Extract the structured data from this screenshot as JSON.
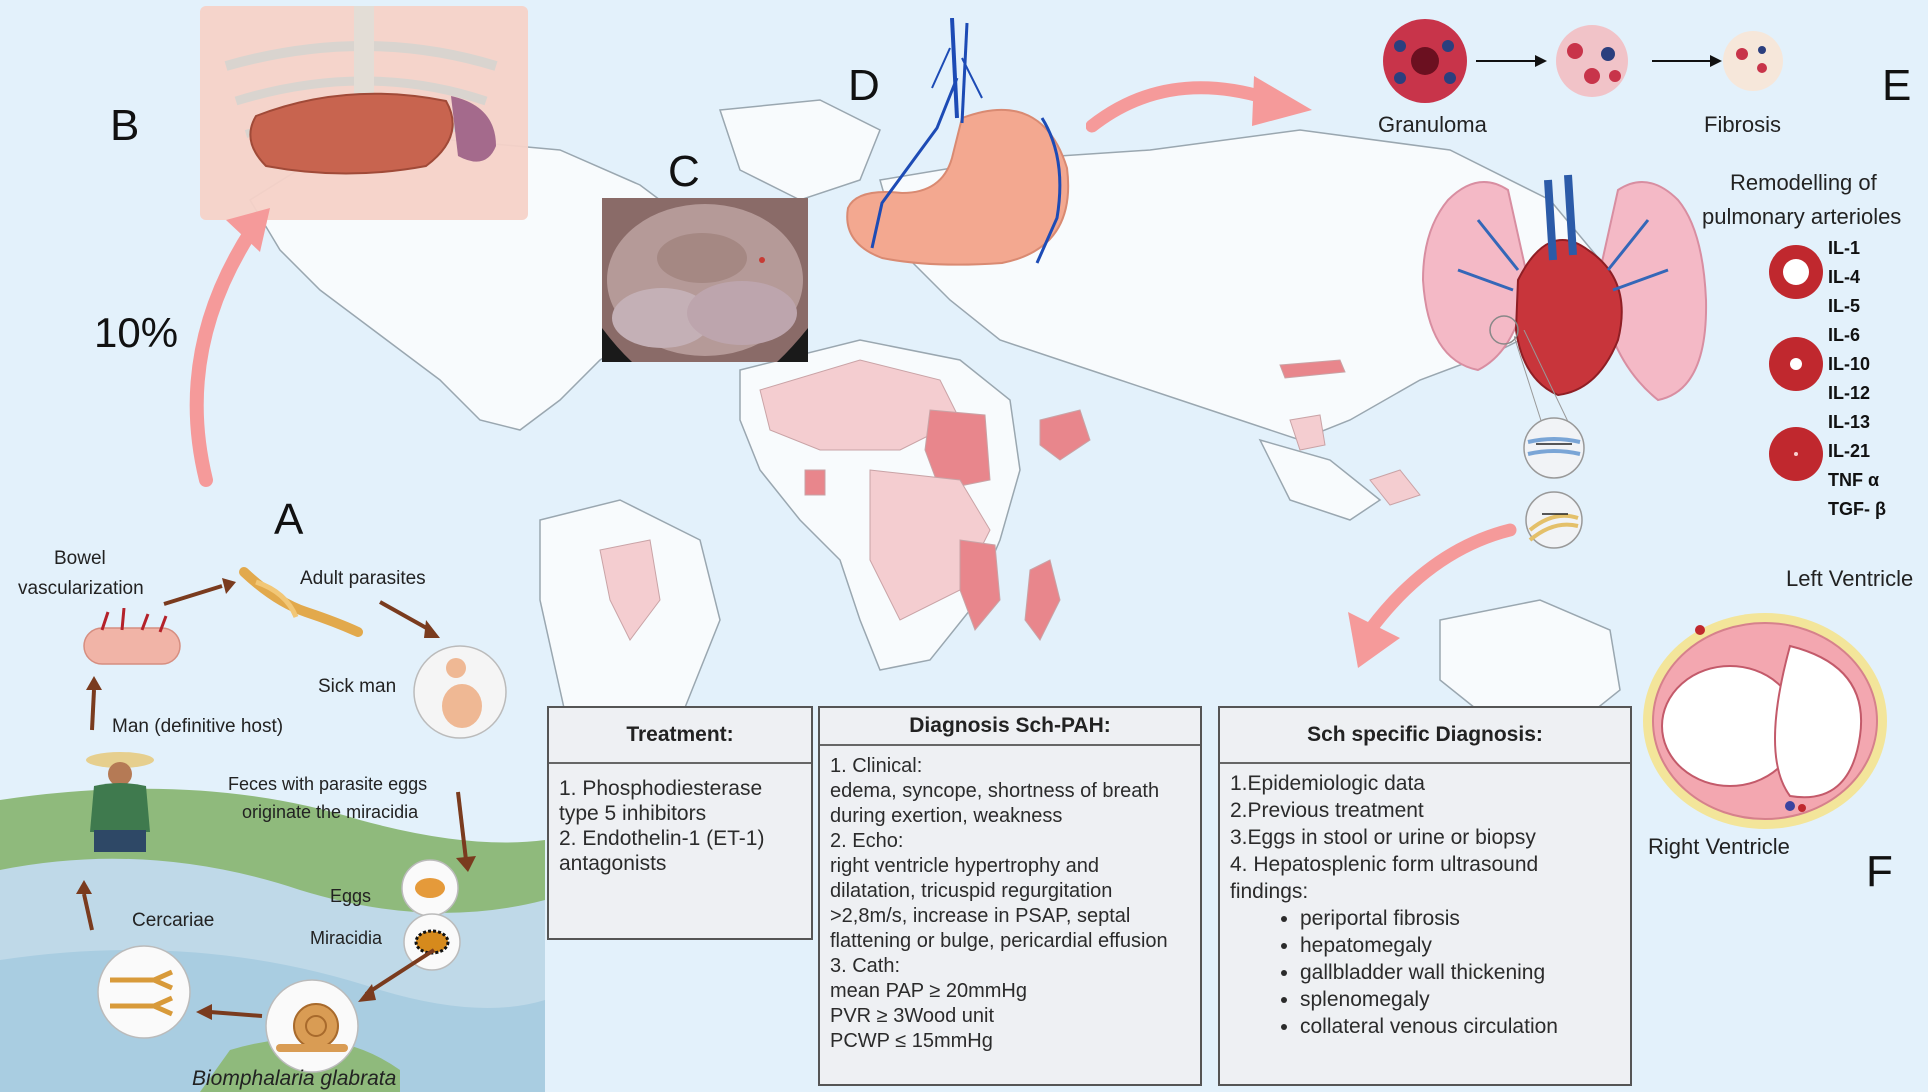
{
  "panels": {
    "a": "A",
    "b": "B",
    "c": "C",
    "d": "D",
    "e": "E",
    "f": "F"
  },
  "percent": "10%",
  "lifecycle": {
    "bowel_line1": "Bowel",
    "bowel_line2": "vascularization",
    "adult_parasites": "Adult parasites",
    "sick_man": "Sick man",
    "man_host": "Man (definitive host)",
    "feces_line1": "Feces with parasite eggs",
    "feces_line2": "originate the miracidia",
    "eggs": "Eggs",
    "miracidia": "Miracidia",
    "cercariae": "Cercariae",
    "snail": "Biomphalaria glabrata"
  },
  "panel_e": {
    "granuloma": "Granuloma",
    "fibrosis": "Fibrosis",
    "remodelling_line1": "Remodelling of",
    "remodelling_line2": "pulmonary arterioles",
    "cytokines": [
      "IL-1",
      "IL-4",
      "IL-5",
      "IL-6",
      "IL-10",
      "IL-12",
      "IL-13",
      "IL-21",
      "TNF α",
      "TGF- β"
    ]
  },
  "panel_f": {
    "left_ventricle": "Left Ventricle",
    "right_ventricle": "Right Ventricle"
  },
  "treatment": {
    "title": "Treatment:",
    "lines": [
      "1. Phosphodiesterase",
      "type 5 inhibitors",
      "2. Endothelin-1 (ET-1)",
      "antagonists"
    ]
  },
  "diagnosis_pah": {
    "title": "Diagnosis Sch-PAH:",
    "lines": [
      "1. Clinical:",
      "edema, syncope, shortness of breath",
      "during exertion, weakness",
      "2. Echo:",
      "right ventricle hypertrophy and",
      "dilatation, tricuspid regurgitation",
      ">2,8m/s, increase in PSAP, septal",
      "flattening or bulge, pericardial effusion",
      "3. Cath:",
      "mean PAP ≥ 20mmHg",
      "PVR ≥ 3Wood unit",
      "PCWP ≤ 15mmHg"
    ]
  },
  "specific_diagnosis": {
    "title": "Sch specific Diagnosis:",
    "lines": [
      "1.Epidemiologic data",
      "2.Previous treatment",
      "3.Eggs in stool or urine or biopsy",
      "4. Hepatosplenic form ultrasound",
      "findings:"
    ],
    "bullets": [
      "periportal fibrosis",
      "hepatomegaly",
      "gallbladder wall thickening",
      "splenomegaly",
      "collateral venous circulation"
    ]
  },
  "colors": {
    "background": "#e3f1fb",
    "map_land": "#ffffff",
    "endemic_high": "#e8868c",
    "endemic_low": "#f4cdd0",
    "arrow": "#f59a9a",
    "cycle_arrow": "#7a3b1e"
  }
}
